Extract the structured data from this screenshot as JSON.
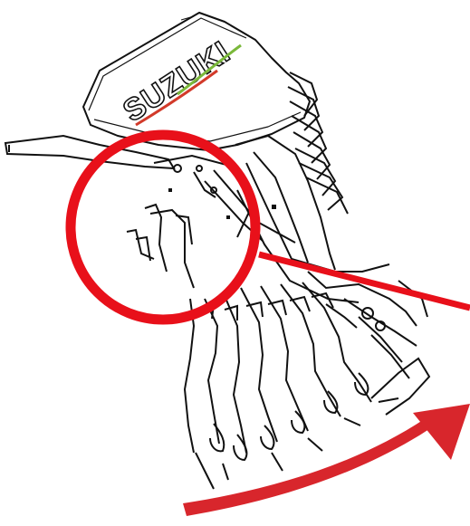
{
  "illustration": {
    "brand_text": "SUZUKI",
    "icon_names": [
      "outboard-motor-drawing",
      "highlight-circle",
      "pointer-line-arrow",
      "rotation-arrow"
    ],
    "colors": {
      "highlight": "#e8101a",
      "arrow": "#d8262c",
      "line": "#111111",
      "decal_red": "#d23a2a",
      "decal_green": "#7ab83a"
    }
  }
}
